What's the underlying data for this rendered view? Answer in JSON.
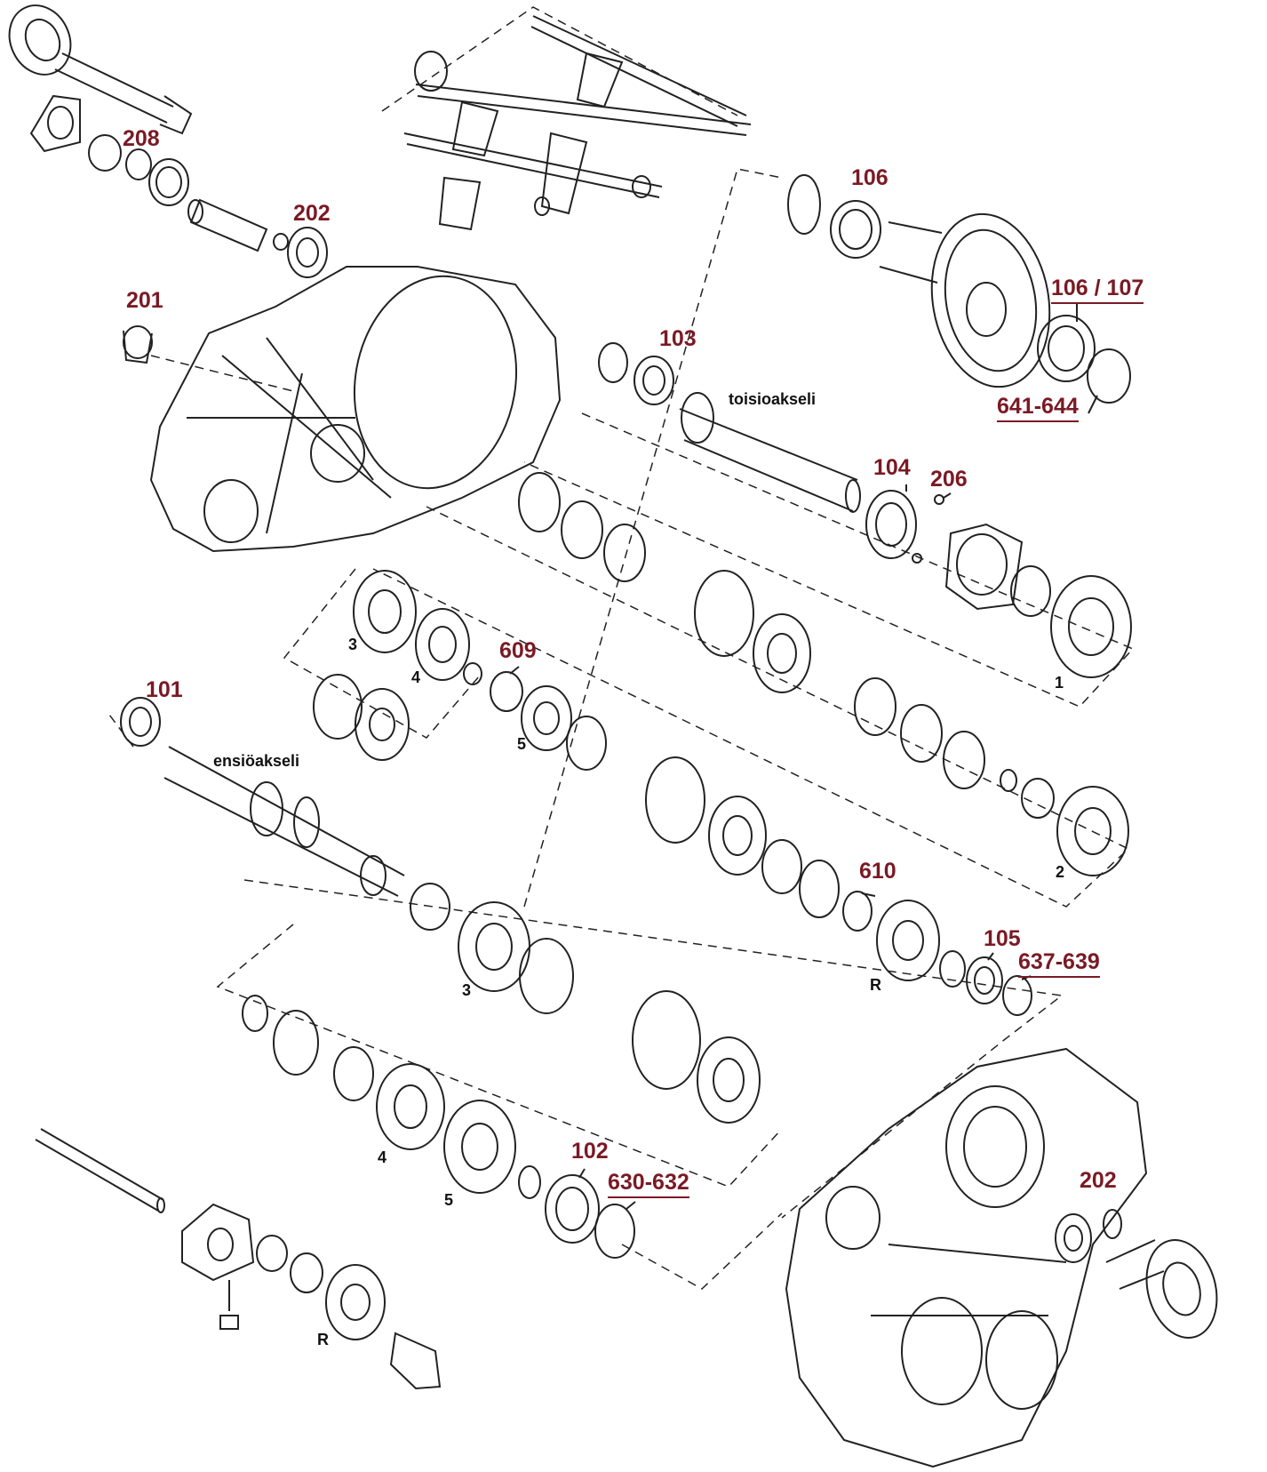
{
  "colors": {
    "part_number": "#7a1a24",
    "ink": "#111111",
    "background": "#ffffff"
  },
  "part_numbers": {
    "p208": "208",
    "p202_top": "202",
    "p201": "201",
    "p106": "106",
    "p106_107": "106 / 107",
    "p103": "103",
    "p641_644": "641-644",
    "p104": "104",
    "p206": "206",
    "p609": "609",
    "p101": "101",
    "p610": "610",
    "p105": "105",
    "p637_639": "637-639",
    "p102": "102",
    "p630_632": "630-632",
    "p202_bottom": "202"
  },
  "shaft_labels": {
    "output_shaft": "toisioakseli",
    "input_shaft": "ensiöakseli"
  },
  "gear_labels": {
    "g3_upper": "3",
    "g4_upper": "4",
    "g1": "1",
    "g5_upper": "5",
    "g2": "2",
    "g3_lower": "3",
    "gR_upper": "R",
    "g4_lower": "4",
    "g5_lower": "5",
    "gR_lower": "R"
  }
}
